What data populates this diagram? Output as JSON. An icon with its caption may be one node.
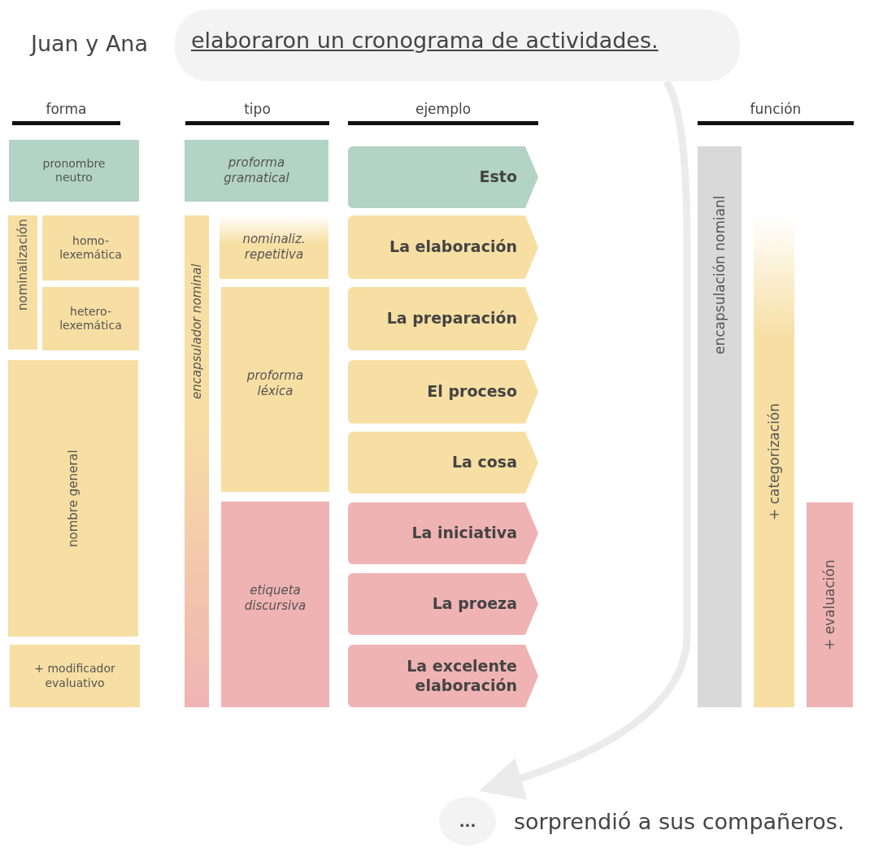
{
  "diagram": {
    "nodes": [
      {
        "text": [
          "elaboraron un cronograma de actividades."
        ]
      },
      {
        "text": [
          "pronombre neutro"
        ]
      },
      {
        "text": [
          "proforma gramatical"
        ]
      },
      {
        "text": [
          "Esto"
        ]
      },
      {
        "text": [
          "nominalización"
        ]
      },
      {
        "text": [
          "homo- lexemática"
        ]
      },
      {
        "text": [
          "hetero- lexemática"
        ]
      },
      {
        "text": [
          "nombre general"
        ]
      },
      {
        "text": [
          "+ modificador evaluativo"
        ]
      },
      {
        "text": [
          "encapsulador nominal"
        ]
      },
      {
        "text": [
          "nominaliz. repetitiva"
        ]
      },
      {
        "text": [
          "proforma léxica"
        ]
      },
      {
        "text": [
          "etiqueta discursiva"
        ]
      },
      {
        "text": [
          "La elaboración"
        ]
      },
      {
        "text": [
          "La preparación"
        ]
      },
      {
        "text": [
          "El proceso"
        ]
      },
      {
        "text": [
          "La cosa"
        ]
      },
      {
        "text": [
          "La iniciativa"
        ]
      },
      {
        "text": [
          "La proeza"
        ]
      },
      {
        "text": [
          "La excelente elaboración"
        ]
      },
      {
        "text": [
          "encapsulación nomianl"
        ]
      },
      {
        "text": [
          "+ categorización"
        ]
      },
      {
        "text": [
          "+ evaluación"
        ]
      },
      {
        "text": [
          "..."
        ]
      }
    ],
    "edges": [
      {
        "from": 0,
        "to": 23,
        "arrow": "to"
      }
    ],
    "labels": [
      "Juan y Ana",
      "forma",
      "tipo",
      "ejemplo",
      "función",
      "sorprendió a sus compañeros."
    ]
  }
}
